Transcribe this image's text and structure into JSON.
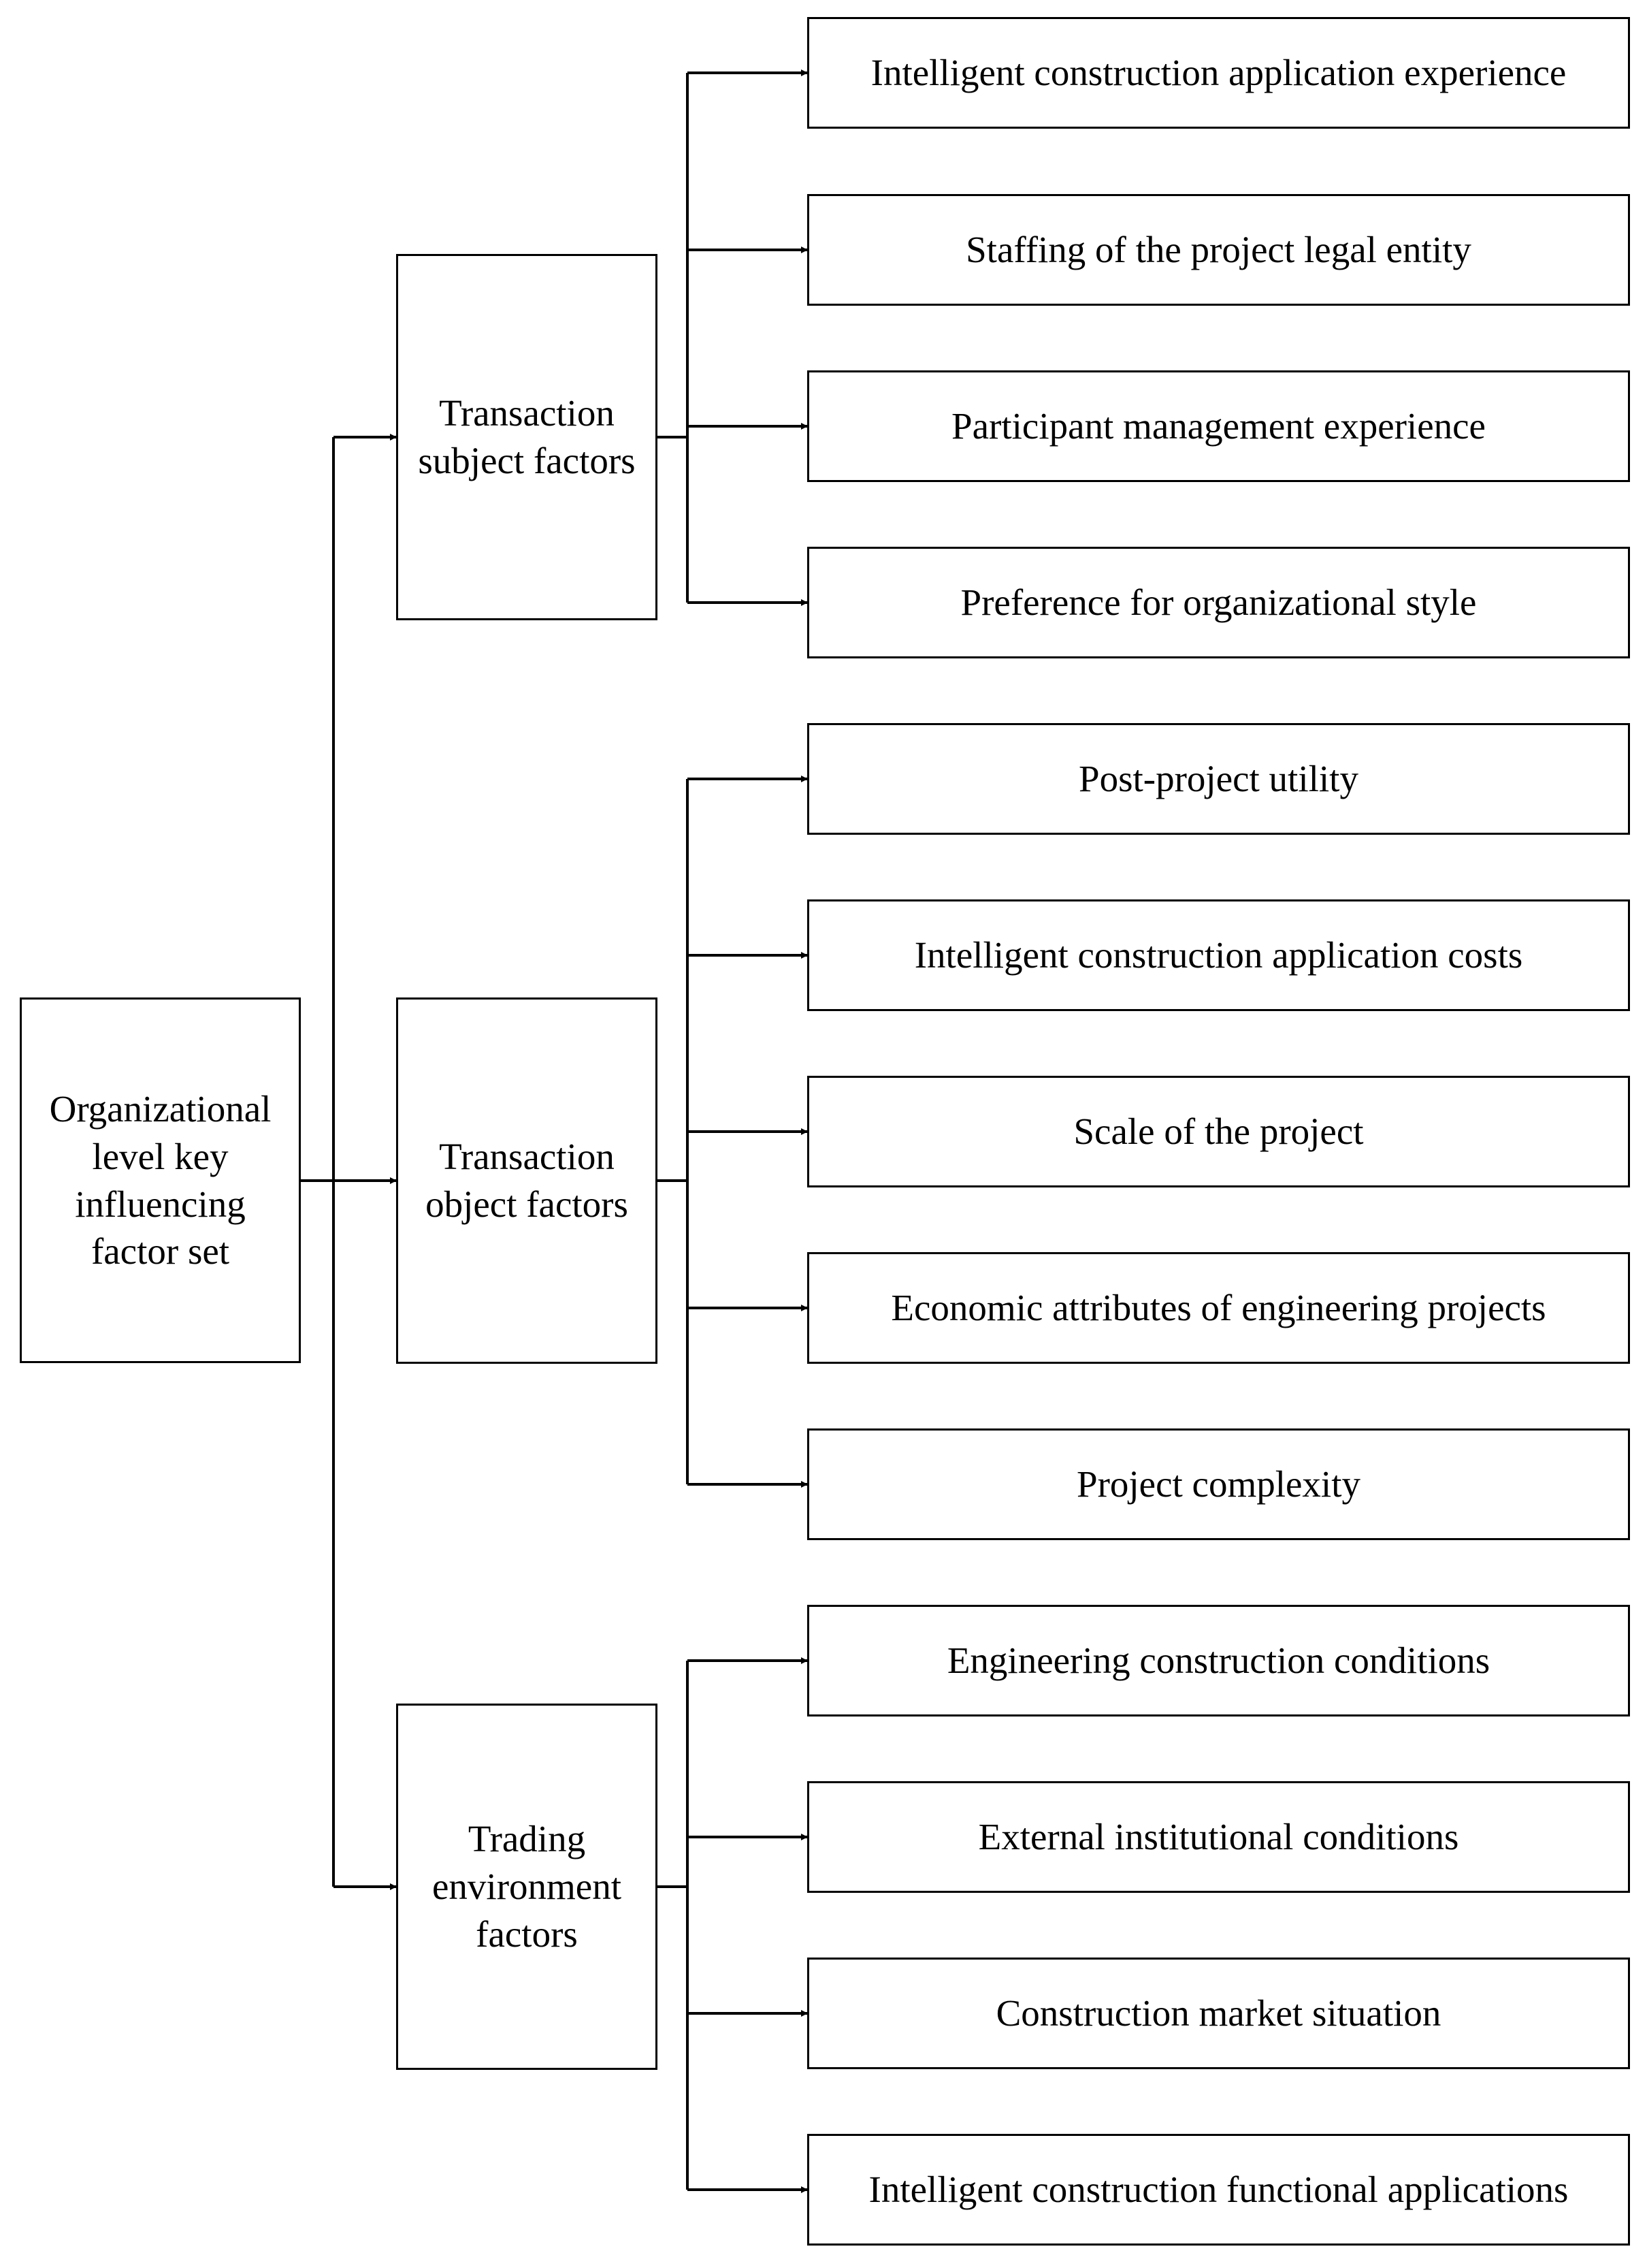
{
  "root": {
    "label": "Organizational level key influencing factor set"
  },
  "categories": [
    {
      "label": "Transaction subject factors",
      "factors": [
        "Intelligent construction application experience",
        "Staffing of the project legal entity",
        "Participant management experience",
        "Preference for organizational style"
      ]
    },
    {
      "label": "Transaction object factors",
      "factors": [
        "Post-project utility",
        "Intelligent construction application costs",
        "Scale of the project",
        "Economic attributes of engineering projects",
        "Project complexity"
      ]
    },
    {
      "label": "Trading environment factors",
      "factors": [
        "Engineering construction conditions",
        "External institutional conditions",
        "Construction market situation",
        "Intelligent construction functional applications"
      ]
    }
  ]
}
